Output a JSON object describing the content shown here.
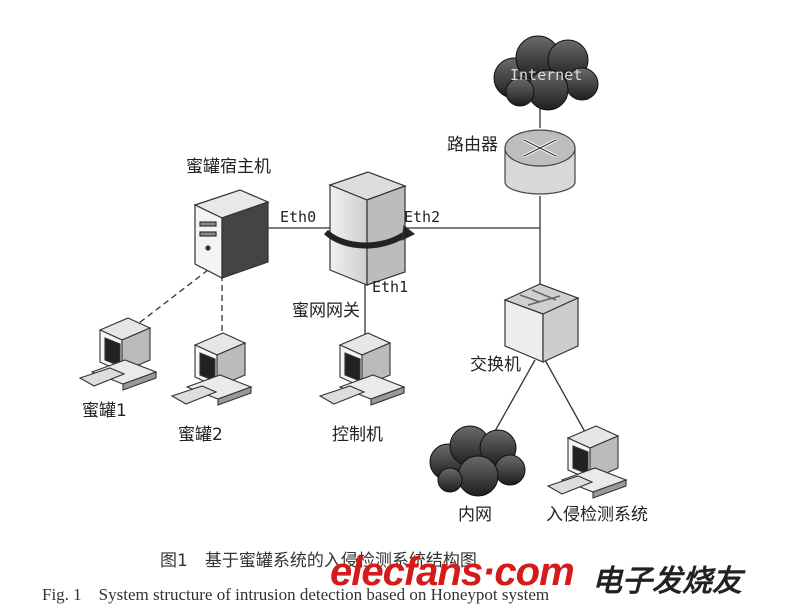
{
  "labels": {
    "internet": "Internet",
    "router": "路由器",
    "host": "蜜罐宿主机",
    "gateway": "蜜网网关",
    "eth0": "Eth0",
    "eth1": "Eth1",
    "eth2": "Eth2",
    "switch": "交换机",
    "honeypot1": "蜜罐1",
    "honeypot2": "蜜罐2",
    "console": "控制机",
    "intranet": "内网",
    "ids": "入侵检测系统"
  },
  "caption": {
    "cn": "图1　基于蜜罐系统的入侵检测系统结构图",
    "en": "Fig. 1　System structure of intrusion detection based on Honeypot system"
  },
  "watermark": {
    "site": "elecfans·com",
    "cn": "电子发烧友"
  }
}
